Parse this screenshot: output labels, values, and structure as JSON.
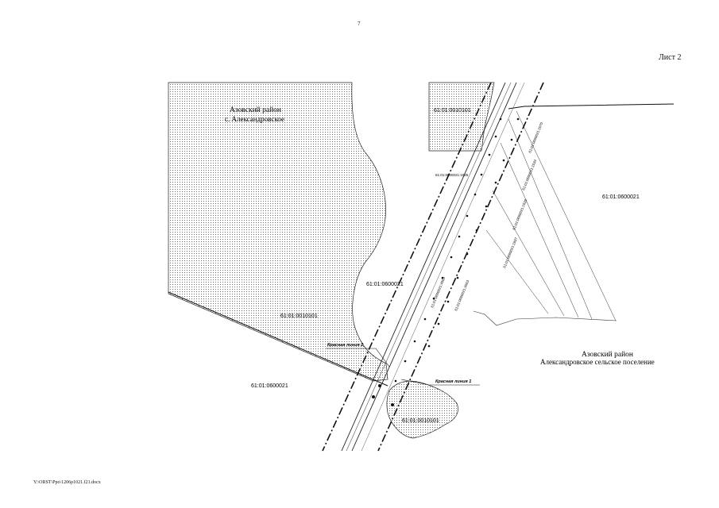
{
  "page_number": "7",
  "sheet_label": "Лист 2",
  "footer_path": "Y:\\ORST\\Ppo\\1206p1021.f21.docx",
  "map": {
    "district_top": "Азовский район",
    "settlement_top": "с. Александровское",
    "district_right": "Азовский район",
    "settlement_right": "Александровское сельское поселение",
    "parcels": {
      "top_village": "61:01:0010101",
      "left_village": "61:01:0010101",
      "bottom_village": "61:01:0010101",
      "center": "61:01:0600021",
      "right": "61:01:0600021",
      "lower_left": "61:01:0600021",
      "strip_label": "61:01:0600021:1025"
    },
    "red_line_1": "Красная линия 1",
    "red_line_2": "Красная линия 2",
    "diagonal_labels": [
      "61:01:0600021:1070",
      "61:01:0600021:1534",
      "61:01:0600021:1626",
      "61:01:0600021:1837",
      "61:01:0600021:4563",
      "61:01:0600021:4565"
    ]
  }
}
